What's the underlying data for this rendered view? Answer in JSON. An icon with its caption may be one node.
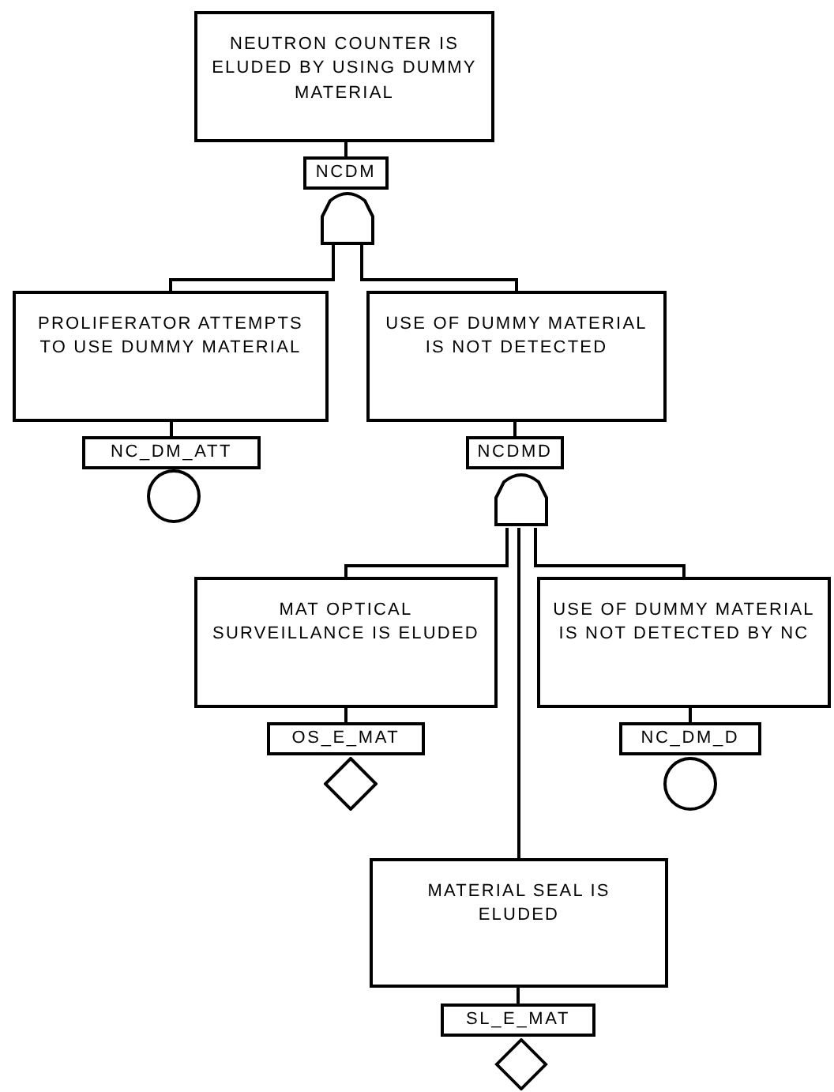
{
  "diagram": {
    "nodes": [
      {
        "text": [
          "NEUTRON COUNTER IS ELUDED BY USING DUMMY MATERIAL"
        ]
      },
      {
        "text": [
          "NCDM"
        ]
      },
      {
        "text": [],
        "shape": "gate"
      },
      {
        "text": [
          "PROLIFERATOR ATTEMPTS TO USE DUMMY MATERIAL"
        ]
      },
      {
        "text": [
          "NC_DM_ATT"
        ]
      },
      {
        "text": [],
        "shape": "circle"
      },
      {
        "text": [
          "USE OF DUMMY MATERIAL IS NOT DETECTED"
        ]
      },
      {
        "text": [
          "NCDMD"
        ]
      },
      {
        "text": [],
        "shape": "gate"
      },
      {
        "text": [
          "MAT OPTICAL SURVEILLANCE IS ELUDED"
        ]
      },
      {
        "text": [
          "OS_E_MAT"
        ]
      },
      {
        "text": [],
        "shape": "diamond"
      },
      {
        "text": [
          "USE OF DUMMY MATERIAL IS NOT DETECTED BY NC"
        ]
      },
      {
        "text": [
          "NC_DM_D"
        ]
      },
      {
        "text": [],
        "shape": "circle"
      },
      {
        "text": [
          "MATERIAL SEAL IS ELUDED"
        ]
      },
      {
        "text": [
          "SL_E_MAT"
        ]
      },
      {
        "text": [],
        "shape": "diamond"
      }
    ],
    "edges": [
      {
        "from": 0,
        "to": 1,
        "arrow": "none"
      },
      {
        "from": 2,
        "to": 3,
        "arrow": "none"
      },
      {
        "from": 2,
        "to": 6,
        "arrow": "none"
      },
      {
        "from": 3,
        "to": 4,
        "arrow": "none"
      },
      {
        "from": 6,
        "to": 7,
        "arrow": "none"
      },
      {
        "from": 8,
        "to": 9,
        "arrow": "none"
      },
      {
        "from": 8,
        "to": 12,
        "arrow": "none"
      },
      {
        "from": 8,
        "to": 15,
        "arrow": "none"
      },
      {
        "from": 9,
        "to": 10,
        "arrow": "none"
      },
      {
        "from": 12,
        "to": 13,
        "arrow": "none"
      },
      {
        "from": 15,
        "to": 16,
        "arrow": "none"
      }
    ]
  }
}
